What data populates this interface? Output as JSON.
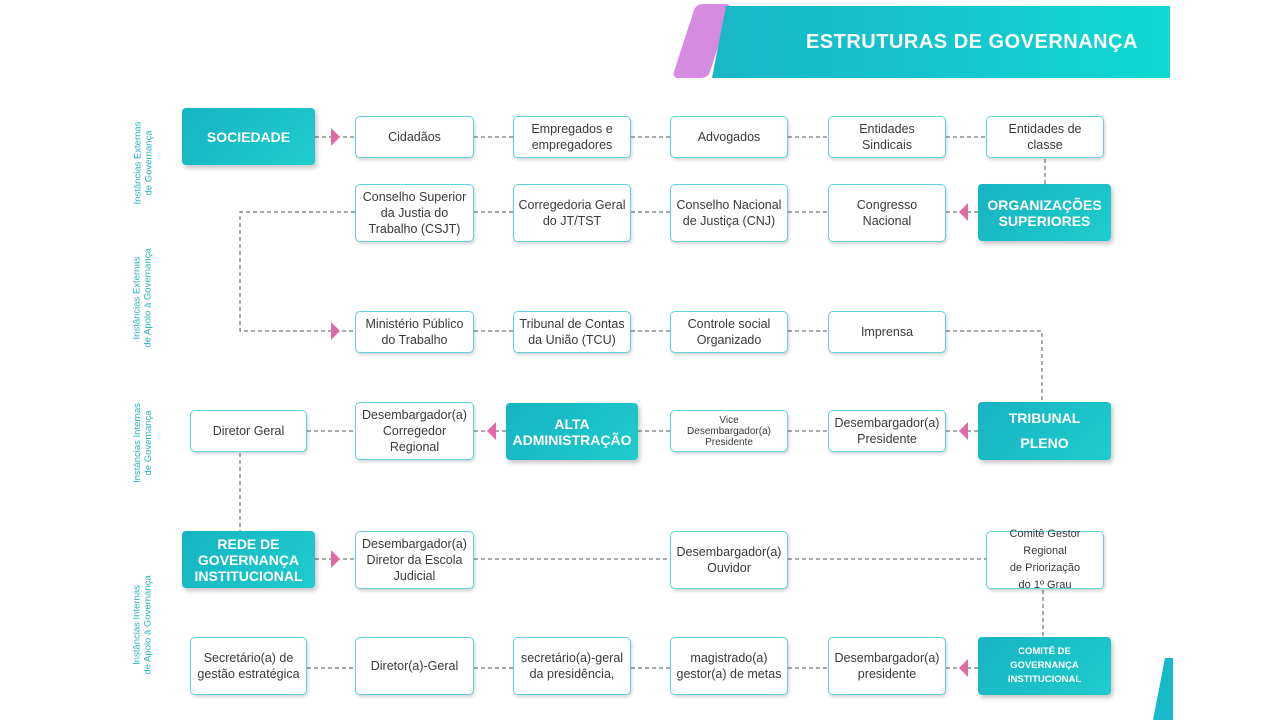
{
  "header": {
    "title": "ESTRUTURAS DE GOVERNANÇA"
  },
  "side_labels": [
    "Instâncias Externas\nde Governança",
    "Instâncias Externas\nde Apoio à Governança",
    "Instâncias Internas\nde Governança",
    "Instâncias Internas\nde Apoio à Governança"
  ],
  "rows": {
    "sociedade": {
      "hub": "SOCIEDADE",
      "items": [
        "Cidadãos",
        "Empregados e\nempregadores",
        "Advogados",
        "Entidades\nSindicais",
        "Entidades de\nclasse"
      ]
    },
    "organizacoes": {
      "hub": "ORGANIZAÇÕES\nSUPERIORES",
      "items": [
        "Conselho Superior\nda Justia do\nTrabalho (CSJT)",
        "Corregedoria Geral\ndo JT/TST",
        "Conselho Nacional\nde Justiça (CNJ)",
        "Congresso\nNacional"
      ]
    },
    "apoio_externo": {
      "items": [
        "Ministério Público\ndo Trabalho",
        "Tribunal de Contas\nda União (TCU)",
        "Controle social\nOrganizado",
        "Imprensa"
      ]
    },
    "tribunal": {
      "hub": "TRIBUNAL\nPLENO",
      "alta": "ALTA\nADMINISTRAÇÃO",
      "items": [
        "Diretor Geral",
        "Desembargador(a)\nCorregedor\nRegional",
        "Vice\nDesembargador(a)\nPresidente",
        "Desembargador(a)\nPresidente"
      ]
    },
    "rede": {
      "hub": "REDE DE\nGOVERNANÇA\nINSTITUCIONAL",
      "items": [
        "Desembargador(a)\nDiretor da Escola\nJudicial",
        "Desembargador(a)\nOuvidor",
        "Comitê Gestor Regional\nde Priorização\ndo 1º Grau"
      ]
    },
    "comite": {
      "hub": "COMITÊ DE\nGOVERNANÇA\nINSTITUCIONAL",
      "items": [
        "Secretário(a) de\ngestão estratégica",
        "Diretor(a)-Geral",
        "secretário(a)-geral\nda presidência,",
        "magistrado(a)\ngestor(a) de metas",
        "Desembargador(a)\npresidente"
      ]
    }
  },
  "colors": {
    "teal": "#16b3c3",
    "border": "#62d3dc",
    "arrow": "#e06aa6",
    "accent": "#d48be0",
    "line": "#555555"
  }
}
